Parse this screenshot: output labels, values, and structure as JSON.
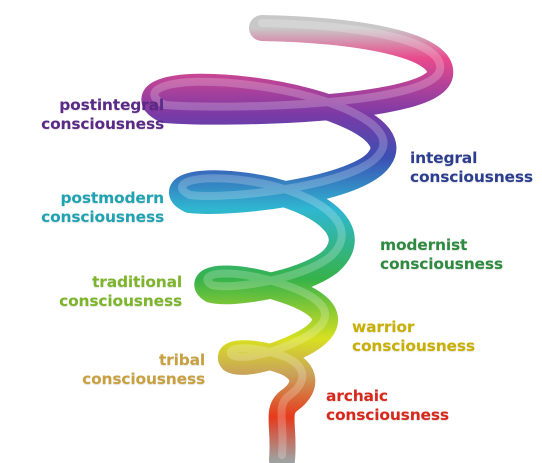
{
  "diagram": {
    "labels": [
      {
        "id": "postintegral",
        "line1": "postintegral",
        "line2": "consciousness",
        "color": "#5b2a86"
      },
      {
        "id": "integral",
        "line1": "integral",
        "line2": "consciousness",
        "color": "#2c3e8f"
      },
      {
        "id": "postmodern",
        "line1": "postmodern",
        "line2": "consciousness",
        "color": "#1fa3b3"
      },
      {
        "id": "modernist",
        "line1": "modernist",
        "line2": "consciousness",
        "color": "#2e8a3e"
      },
      {
        "id": "traditional",
        "line1": "traditional",
        "line2": "consciousness",
        "color": "#7cb52a"
      },
      {
        "id": "warrior",
        "line1": "warrior",
        "line2": "consciousness",
        "color": "#c9b000"
      },
      {
        "id": "tribal",
        "line1": "tribal",
        "line2": "consciousness",
        "color": "#c8a040"
      },
      {
        "id": "archaic",
        "line1": "archaic",
        "line2": "consciousness",
        "color": "#d8281c"
      }
    ],
    "spiral_colors": [
      "#e84a8c",
      "#7a3aa6",
      "#2fb7d1",
      "#36b24a",
      "#e6e21f",
      "#e63a1c"
    ]
  }
}
